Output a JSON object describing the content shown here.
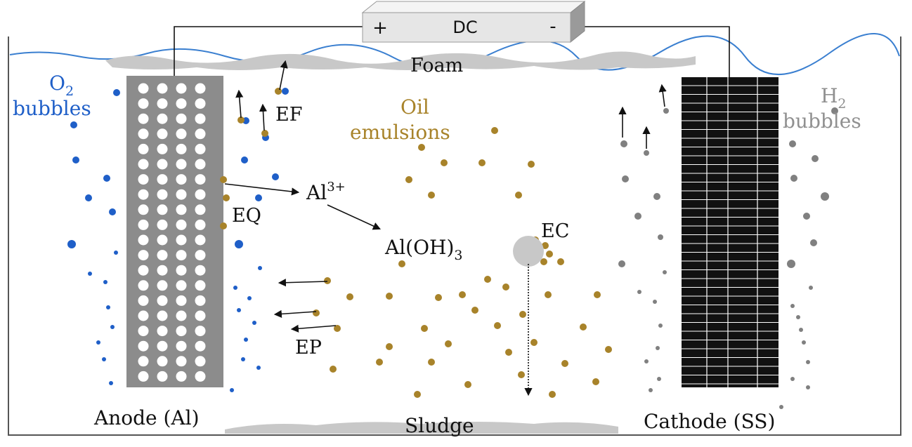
{
  "power_supply": {
    "label": "DC",
    "positive": "+",
    "negative": "-"
  },
  "labels": {
    "foam": "Foam",
    "o2_prefix": "O",
    "o2_sub": "2",
    "o2_word": "bubbles",
    "h2_prefix": "H",
    "h2_sub": "2",
    "h2_word": "bubbles",
    "oil_line1": "Oil",
    "oil_line2": "emulsions",
    "ef": "EF",
    "eq": "EQ",
    "ep": "EP",
    "ec": "EC",
    "al_ion": "Al",
    "al_ion_charge": "3+",
    "al_hydroxide": "Al(OH)",
    "al_hydroxide_sub": "3",
    "anode": "Anode (Al)",
    "cathode": "Cathode (SS)",
    "sludge": "Sludge"
  },
  "colors": {
    "o2_bubble": "#1f5fc8",
    "h2_bubble": "#808080",
    "oil": "#a8832a",
    "anode": "#8c8c8c",
    "cathode": "#111111",
    "foam": "#c8c8c8",
    "water_line": "#3a7fd0",
    "arrow": "#111111"
  }
}
